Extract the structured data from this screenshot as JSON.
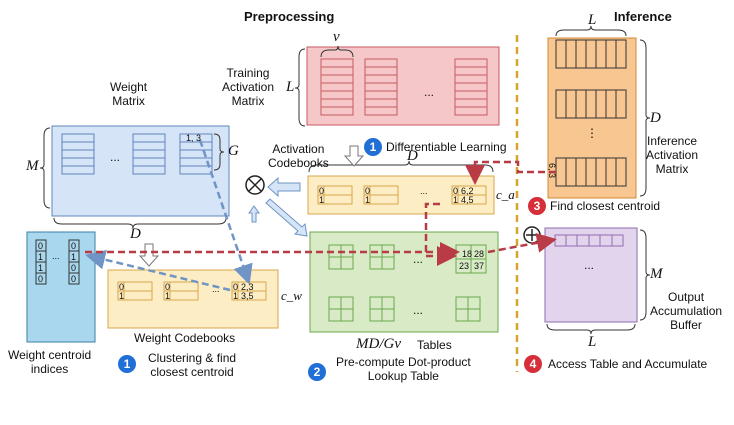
{
  "headings": {
    "preprocessing": "Preprocessing",
    "inference": "Inference"
  },
  "symbols": {
    "v": "v",
    "L": "L",
    "M": "M",
    "G": "G",
    "D": "D",
    "ca": "c_a",
    "cw": "c_w",
    "MDGv": "MD/Gv"
  },
  "labels": {
    "training_activation_matrix": "Training\nActivation\nMatrix",
    "weight_matrix": "Weight\nMatrix",
    "activation_codebooks": "Activation\nCodebooks",
    "weight_codebooks": "Weight Codebooks",
    "weight_centroid_indices": "Weight centroid\nindices",
    "tables": "Tables",
    "inference_activation_matrix": "Inference\nActivation\nMatrix",
    "output_accumulation_buffer": "Output\nAccumulation\nBuffer"
  },
  "steps": [
    {
      "number": "1",
      "text": "Differentiable Learning",
      "color": "#1f6fd6"
    },
    {
      "number": "1",
      "text": "Clustering & find\nclosest centroid",
      "color": "#1f6fd6"
    },
    {
      "number": "2",
      "text": "Pre-compute Dot-product\nLookup Table",
      "color": "#1f6fd6"
    },
    {
      "number": "3",
      "text": "Find closest centroid",
      "color": "#d62f3a"
    },
    {
      "number": "4",
      "text": "Access Table and Accumulate",
      "color": "#d62f3a"
    }
  ],
  "cell_text": {
    "weight_index": "1, 3",
    "act_codebook_val1": "6,2",
    "act_codebook_val2": "4,5",
    "weight_codebook_val1": "2,3",
    "weight_codebook_val2": "3,5",
    "inference_idx": "6, 3",
    "table_vals": [
      "18",
      "28",
      "23",
      "37"
    ],
    "ellipsis": "...",
    "vdots": "⋮"
  },
  "colors": {
    "pink": "#f6c7c9",
    "pink_edge": "#c85a60",
    "blue": "#d6e4f7",
    "blue_edge": "#5f84bd",
    "yellow": "#fdedc4",
    "yellow_edge": "#d9a84a",
    "green": "#d8ebc6",
    "green_edge": "#6aa84f",
    "cyan": "#a9d8ee",
    "cyan_edge": "#3a7fa6",
    "orange": "#f8c690",
    "orange_edge": "#d28a32",
    "purple": "#e3d4ee",
    "purple_edge": "#8f6bb0",
    "red_arrow": "#b83b45",
    "blue_arrow": "#6f94c5",
    "divider": "#d6a52b"
  }
}
